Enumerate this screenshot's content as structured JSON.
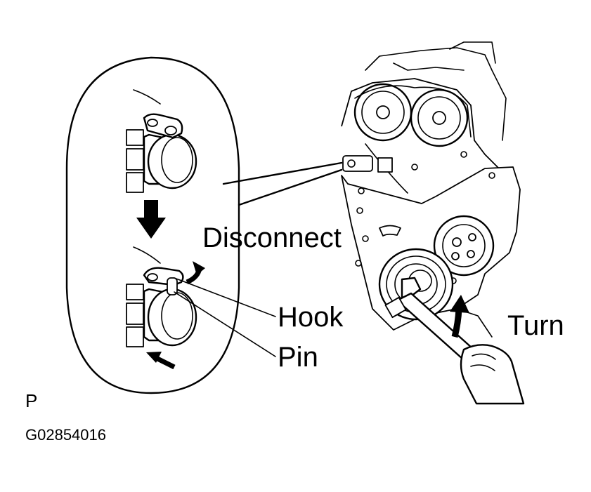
{
  "labels": {
    "disconnect": "Disconnect",
    "hook": "Hook",
    "pin": "Pin",
    "turn": "Turn",
    "view_code": "P",
    "figure_code": "G02854016"
  }
}
